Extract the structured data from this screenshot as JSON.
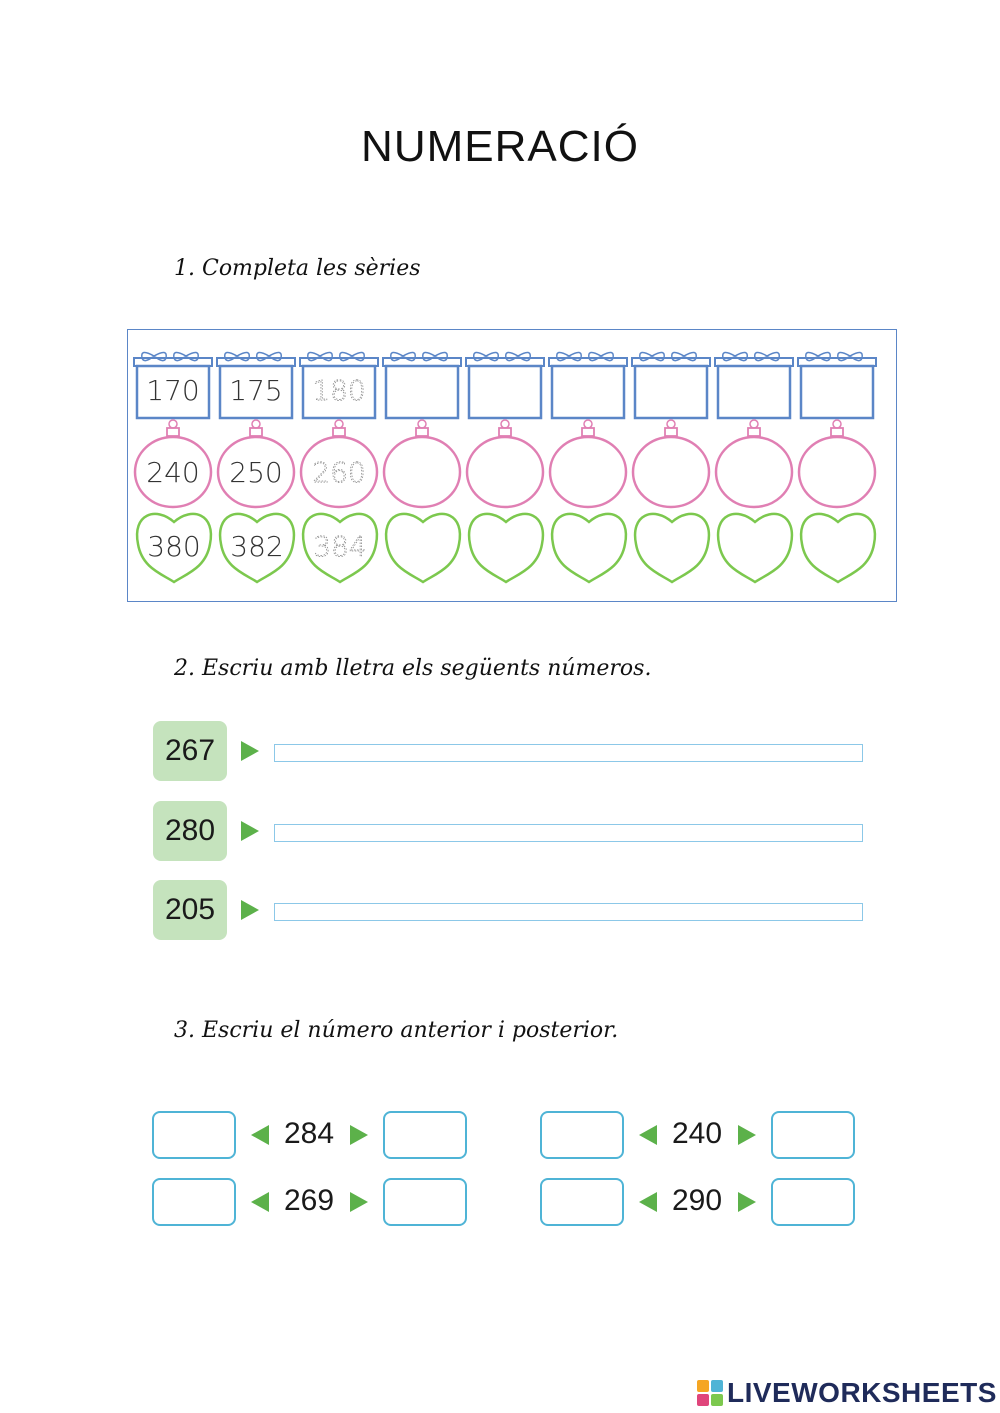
{
  "title": "NUMERACIÓ",
  "exercise1": {
    "heading": "1. Completa les sèries",
    "rows": [
      {
        "shape": "gift",
        "color": "#5b86c7",
        "values": [
          "170",
          "175",
          "180"
        ],
        "blank_count": 6
      },
      {
        "shape": "bauble",
        "color": "#e07fb3",
        "values": [
          "240",
          "250",
          "260"
        ],
        "blank_count": 6
      },
      {
        "shape": "heart",
        "color": "#7cc84e",
        "values": [
          "380",
          "382",
          "384"
        ],
        "blank_count": 6
      }
    ]
  },
  "exercise2": {
    "heading": "2. Escriu amb lletra els següents números.",
    "items": [
      {
        "number": "267",
        "answer": ""
      },
      {
        "number": "280",
        "answer": ""
      },
      {
        "number": "205",
        "answer": ""
      }
    ]
  },
  "exercise3": {
    "heading": "3. Escriu el número anterior i posterior.",
    "items": [
      {
        "number": "284",
        "before": "",
        "after": ""
      },
      {
        "number": "240",
        "before": "",
        "after": ""
      },
      {
        "number": "269",
        "before": "",
        "after": ""
      },
      {
        "number": "290",
        "before": "",
        "after": ""
      }
    ]
  },
  "footer": {
    "logo_text": "LIVEWORKSHEETS",
    "logo_squares": [
      "#f5a623",
      "#4fb4d6",
      "#e0457b",
      "#7cc84e"
    ]
  }
}
